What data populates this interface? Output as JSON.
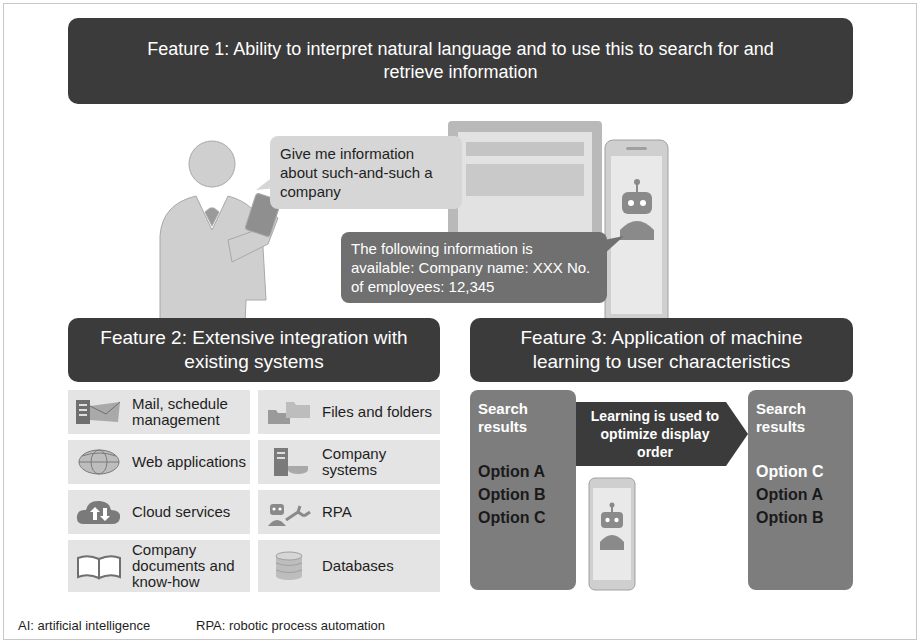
{
  "diagram": {
    "nodes": [
      {
        "text": [
          "Feature 1: Ability to interpret natural language and to use this to search for and retrieve information"
        ]
      },
      {
        "text": [
          "Give me information about such-and-such a company"
        ]
      },
      {
        "text": [
          "The following information is available: Company name: XXX No. of employees: 12,345"
        ]
      },
      {
        "text": [
          "Feature 2: Extensive integration with existing systems"
        ]
      },
      {
        "text": [
          "Mail, schedule management"
        ],
        "in": 3
      },
      {
        "text": [
          "Files and folders"
        ],
        "in": 3
      },
      {
        "text": [
          "Web applications"
        ],
        "in": 3
      },
      {
        "text": [
          "Company systems"
        ],
        "in": 3
      },
      {
        "text": [
          "Cloud services"
        ],
        "in": 3
      },
      {
        "text": [
          "RPA"
        ],
        "in": 3
      },
      {
        "text": [
          "Company documents and know-how"
        ],
        "in": 3
      },
      {
        "text": [
          "Databases"
        ],
        "in": 3
      },
      {
        "text": [
          "Feature 3: Application of machine learning to user characteristics"
        ]
      },
      {
        "text": [
          "Search results",
          "Option A",
          "Option B",
          "Option C"
        ],
        "in": 12
      },
      {
        "text": [
          "Learning is used to optimize display order"
        ],
        "in": 12
      },
      {
        "text": [
          "Search results",
          "Option C",
          "Option A",
          "Option B"
        ],
        "in": 12
      }
    ],
    "labels": [
      "AI: artificial intelligence",
      "RPA: robotic process automation"
    ]
  }
}
